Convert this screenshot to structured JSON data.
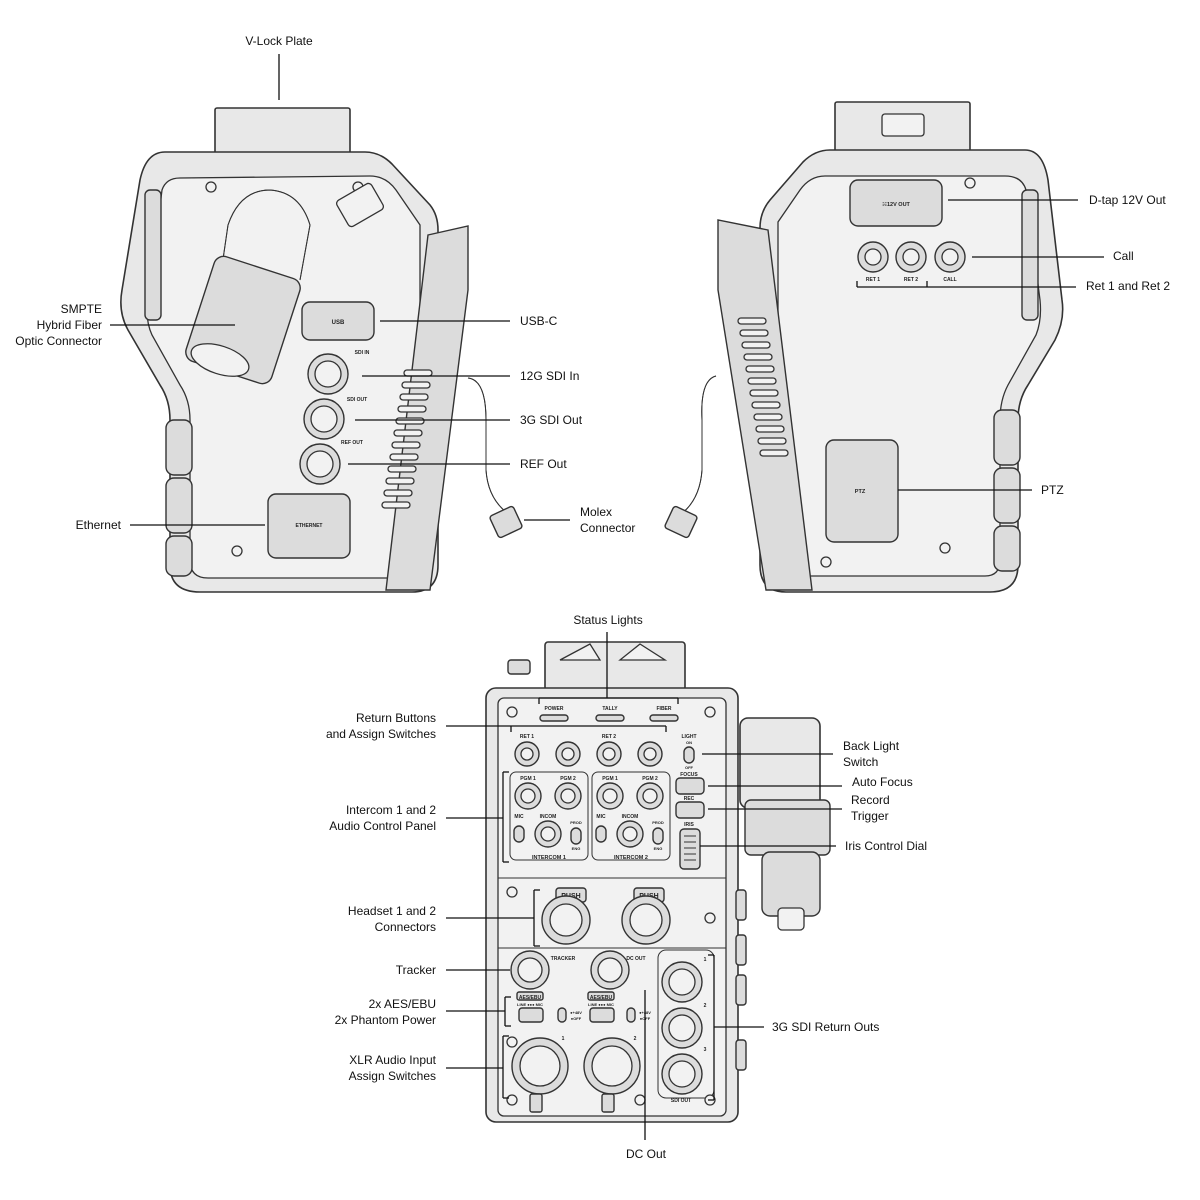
{
  "callouts": {
    "vlock": "V-Lock Plate",
    "smpte": "SMPTE\nHybrid Fiber\nOptic Connector",
    "ethernet": "Ethernet",
    "usbc": "USB-C",
    "sdi_in": "12G SDI In",
    "sdi_out": "3G SDI Out",
    "ref_out": "REF Out",
    "molex": "Molex\nConnector",
    "dtap": "D-tap 12V Out",
    "call": "Call",
    "ret12": "Ret 1 and Ret 2",
    "ptz": "PTZ",
    "status_lights": "Status Lights",
    "return_buttons": "Return Buttons\nand Assign Switches",
    "intercom_panel": "Intercom 1 and 2\nAudio Control Panel",
    "headset": "Headset 1 and 2\nConnectors",
    "tracker": "Tracker",
    "aes": "2x AES/EBU\n2x Phantom Power",
    "xlr": "XLR Audio Input\nAssign Switches",
    "dc_out": "DC Out",
    "back_light": "Back Light\nSwitch",
    "auto_focus": "Auto Focus",
    "record": "Record\nTrigger",
    "iris": "Iris Control Dial",
    "sdi_return": "3G SDI Return Outs"
  },
  "panel_labels": {
    "usb": "USB",
    "sdi_in": "SDI IN",
    "sdi_out": "SDI OUT",
    "ref_out": "REF OUT",
    "ethernet": "ETHERNET",
    "dtap": "☵12V OUT",
    "ret1": "RET 1",
    "ret2": "RET 2",
    "call": "CALL",
    "ptz": "PTZ",
    "power": "POWER",
    "tally": "TALLY",
    "fiber": "FIBER",
    "ret1_top": "RET 1",
    "ret2_top": "RET 2",
    "light": "LIGHT",
    "on": "ON",
    "off": "OFF",
    "focus": "FOCUS",
    "rec": "REC",
    "iris": "IRIS",
    "pgm1a": "PGM 1",
    "pgm2a": "PGM 2",
    "pgm1b": "PGM 1",
    "pgm2b": "PGM 2",
    "mic_a": "MIC",
    "incom_a": "INCOM",
    "prod_a": "PROD",
    "eng_a": "ENG",
    "mic_b": "MIC",
    "incom_b": "INCOM",
    "prod_b": "PROD",
    "eng_b": "ENG",
    "intercom1": "INTERCOM 1",
    "intercom2": "INTERCOM 2",
    "push_a": "PUSH",
    "push_b": "PUSH",
    "tracker": "TRACKER",
    "dc_out": "DC OUT",
    "aes_a": "AES/EBU",
    "aes_b": "AES/EBU",
    "line_mic_a": "LINE ●●● MIC",
    "line_mic_b": "LINE ●●● MIC",
    "v48_a": "●+48V",
    "v48_b": "●+48V",
    "voff_a": "●OFF",
    "voff_b": "●OFF",
    "sdi_out_bottom": "SDI OUT",
    "n1": "1",
    "n2": "2",
    "n3": "3",
    "xlr1": "1",
    "xlr2": "2"
  }
}
